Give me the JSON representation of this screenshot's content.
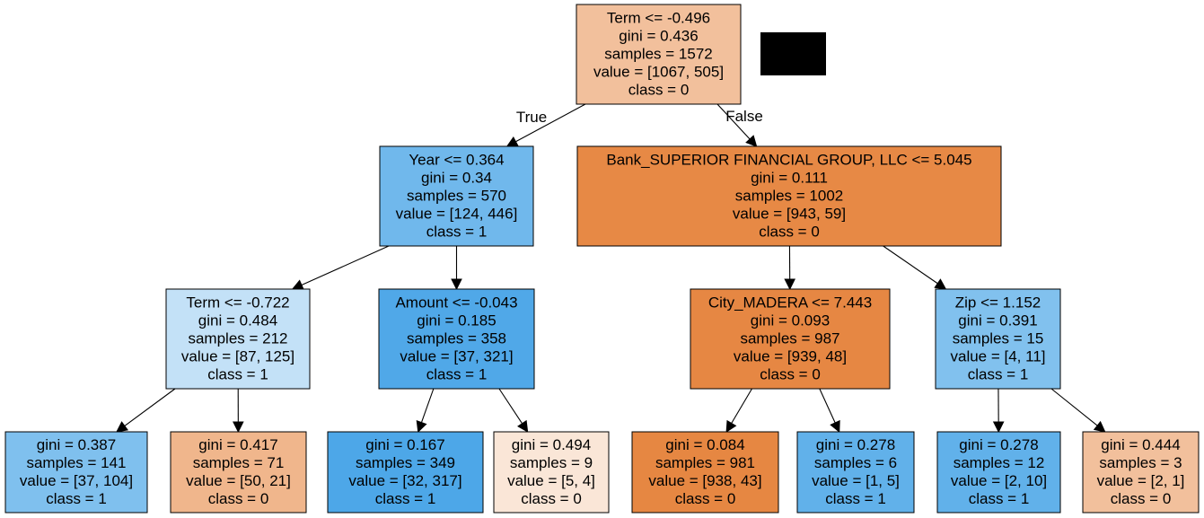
{
  "colors": {
    "class_0": "#e58139",
    "class_1": "#399de5",
    "redaction": "#000000"
  },
  "tree": {
    "nodes": [
      {
        "id": "n0",
        "lines": [
          "Term <= -0.496",
          "gini = 0.436",
          "samples = 1572",
          "value = [1067, 505]",
          "class = 0"
        ],
        "fill": "#f2c09c"
      },
      {
        "id": "n1",
        "lines": [
          "Year <= 0.364",
          "gini = 0.34",
          "samples = 570",
          "value = [124, 446]",
          "class = 1"
        ],
        "fill": "#70b8ec"
      },
      {
        "id": "n2",
        "lines": [
          "Bank_SUPERIOR FINANCIAL GROUP, LLC <= 5.045",
          "gini = 0.111",
          "samples = 1002",
          "value = [943, 59]",
          "class = 0"
        ],
        "fill": "#e78945"
      },
      {
        "id": "n3",
        "lines": [
          "Term <= -0.722",
          "gini = 0.484",
          "samples = 212",
          "value = [87, 125]",
          "class = 1"
        ],
        "fill": "#c3e1f7"
      },
      {
        "id": "n4",
        "lines": [
          "Amount <= -0.043",
          "gini = 0.185",
          "samples = 358",
          "value = [37, 321]",
          "class = 1"
        ],
        "fill": "#50a8e8"
      },
      {
        "id": "n5",
        "lines": [
          "City_MADERA <= 7.443",
          "gini = 0.093",
          "samples = 987",
          "value = [939, 48]",
          "class = 0"
        ],
        "fill": "#e68743"
      },
      {
        "id": "n6",
        "lines": [
          "Zip <= 1.152",
          "gini = 0.391",
          "samples = 15",
          "value = [4, 11]",
          "class = 1"
        ],
        "fill": "#81c1ee"
      },
      {
        "id": "n7",
        "lines": [
          "gini = 0.387",
          "samples = 141",
          "value = [37, 104]",
          "class = 1"
        ],
        "fill": "#7fc0ee"
      },
      {
        "id": "n8",
        "lines": [
          "gini = 0.417",
          "samples = 71",
          "value = [50, 21]",
          "class = 0"
        ],
        "fill": "#f0b68c"
      },
      {
        "id": "n9",
        "lines": [
          "gini = 0.167",
          "samples = 349",
          "value = [32, 317]",
          "class = 1"
        ],
        "fill": "#4da7e8"
      },
      {
        "id": "n10",
        "lines": [
          "gini = 0.494",
          "samples = 9",
          "value = [5, 4]",
          "class = 0"
        ],
        "fill": "#fae6d7"
      },
      {
        "id": "n11",
        "lines": [
          "gini = 0.084",
          "samples = 981",
          "value = [938, 43]",
          "class = 0"
        ],
        "fill": "#e68742"
      },
      {
        "id": "n12",
        "lines": [
          "gini = 0.278",
          "samples = 6",
          "value = [1, 5]",
          "class = 1"
        ],
        "fill": "#61b1ea"
      },
      {
        "id": "n13",
        "lines": [
          "gini = 0.278",
          "samples = 12",
          "value = [2, 10]",
          "class = 1"
        ],
        "fill": "#61b1ea"
      },
      {
        "id": "n14",
        "lines": [
          "gini = 0.444",
          "samples = 3",
          "value = [2, 1]",
          "class = 0"
        ],
        "fill": "#f2c09c"
      }
    ],
    "edges": [
      {
        "from": "n0",
        "to": "n1",
        "label": "True"
      },
      {
        "from": "n0",
        "to": "n2",
        "label": "False"
      },
      {
        "from": "n1",
        "to": "n3",
        "label": ""
      },
      {
        "from": "n1",
        "to": "n4",
        "label": ""
      },
      {
        "from": "n2",
        "to": "n5",
        "label": ""
      },
      {
        "from": "n2",
        "to": "n6",
        "label": ""
      },
      {
        "from": "n3",
        "to": "n7",
        "label": ""
      },
      {
        "from": "n3",
        "to": "n8",
        "label": ""
      },
      {
        "from": "n4",
        "to": "n9",
        "label": ""
      },
      {
        "from": "n4",
        "to": "n10",
        "label": ""
      },
      {
        "from": "n5",
        "to": "n11",
        "label": ""
      },
      {
        "from": "n5",
        "to": "n12",
        "label": ""
      },
      {
        "from": "n6",
        "to": "n13",
        "label": ""
      },
      {
        "from": "n6",
        "to": "n14",
        "label": ""
      }
    ]
  }
}
